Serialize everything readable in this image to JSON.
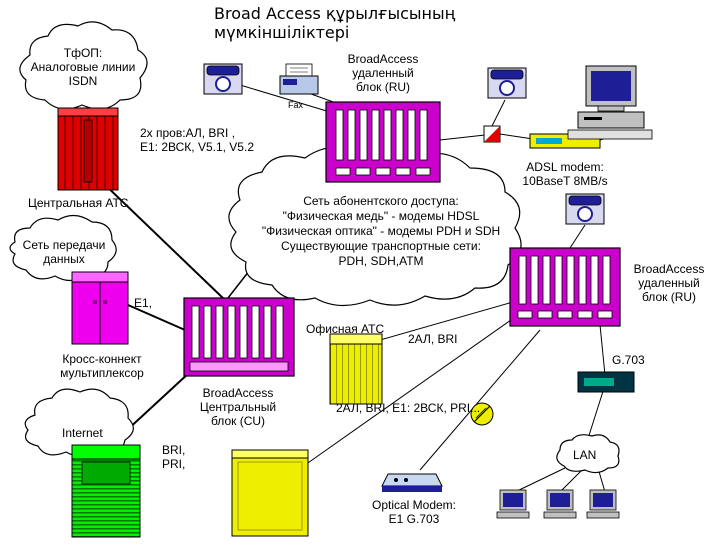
{
  "title": {
    "line1": "Broad Access құрылғысының",
    "line2": "мүмкіншіліктері"
  },
  "clouds": {
    "pstn": {
      "line1": "ТфОП:",
      "line2": "Аналоговые линии",
      "line3": "ISDN"
    },
    "data_network": {
      "line1": "Сеть передачи",
      "line2": "данных"
    },
    "internet": {
      "line1": "Internet"
    },
    "access_network": {
      "line1": "Сеть  абонентского доступа:",
      "line2": "\"Физическая медь\" - модемы HDSL",
      "line3": "\"Физическая оптика\" - модемы PDH и SDH",
      "line4": "Существующие транспортные сети:",
      "line5": "PDH, SDH,АТМ"
    },
    "lan": {
      "line1": "LAN"
    }
  },
  "labels": {
    "links_top": {
      "line1": "2х пров:АЛ, BRI ,",
      "line2": "E1: 2ВСК, V5.1, V5.2"
    },
    "central_pbx": "Центральная АТС",
    "e1": "E1,",
    "cross_connect": {
      "line1": "Кросс-коннект",
      "line2": "мультиплексор"
    },
    "bri_pri": {
      "line1": "BRI,",
      "line2": "PRI,"
    },
    "cu": {
      "line1": "BroadAccess",
      "line2": "Центральный",
      "line3": "блок (CU)"
    },
    "ru_top": {
      "line1": "BroadAccess",
      "line2": "удаленный",
      "line3": "блок (RU)"
    },
    "ru_right": {
      "line1": "BroadAccess",
      "line2": "удаленный",
      "line3": "блок (RU)"
    },
    "fax": "Fax",
    "adsl": {
      "line1": "ADSL modem:",
      "line2": "10BaseT 8MB/s"
    },
    "office_pbx": "Офисная АТС",
    "al2_bri": "2АЛ, BRI",
    "g703": "G.703",
    "al2_long": "2АЛ, BRI, E1: 2ВСК, PRI...",
    "optical_modem": {
      "line1": "Optical Modem:",
      "line2": "E1 G.703"
    }
  },
  "colors": {
    "magenta": "#cc00cc",
    "red": "#e00000",
    "green": "#00ee00",
    "yellow": "#eeee00",
    "navy": "#000080",
    "phone_blue": "#1e1e96"
  }
}
